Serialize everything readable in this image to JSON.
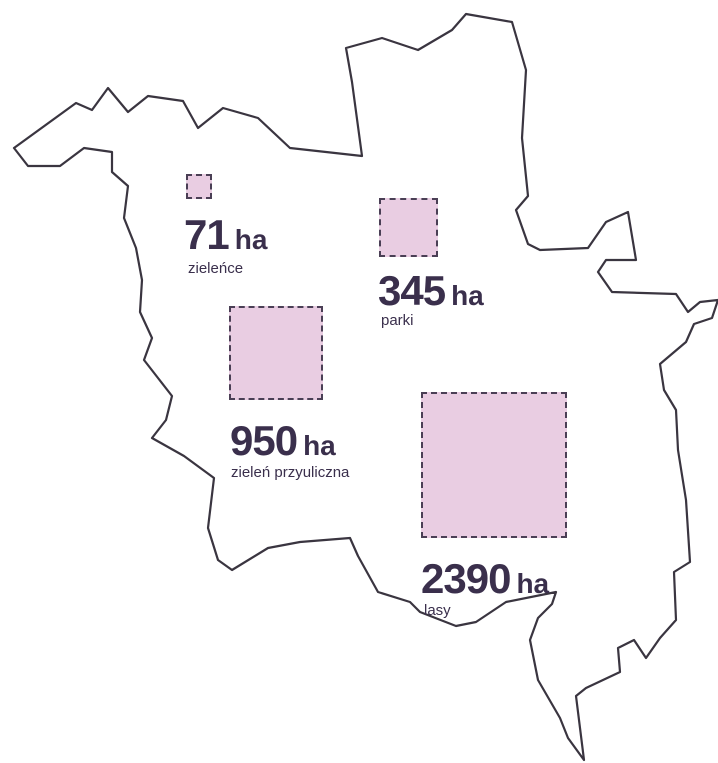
{
  "colors": {
    "outline": "#3a3540",
    "fill": "#e9cde2",
    "text": "#3a2f4c"
  },
  "areas": [
    {
      "id": "zielence",
      "value": "71",
      "unit": "ha",
      "label": "zieleńce"
    },
    {
      "id": "parki",
      "value": "345",
      "unit": "ha",
      "label": "parki"
    },
    {
      "id": "zielen-przyuliczna",
      "value": "950",
      "unit": "ha",
      "label": "zieleń przyuliczna"
    },
    {
      "id": "lasy",
      "value": "2390",
      "unit": "ha",
      "label": "lasy"
    }
  ]
}
